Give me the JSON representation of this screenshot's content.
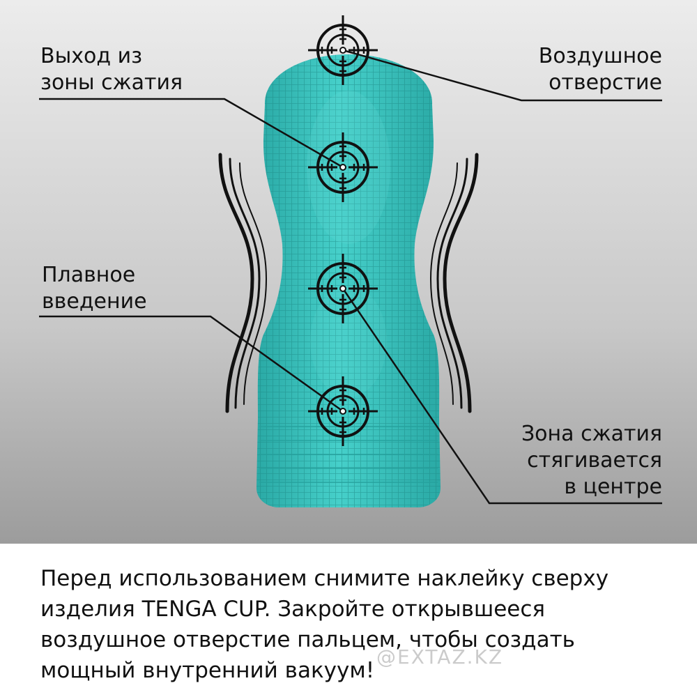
{
  "labels": {
    "exit_zone": [
      "Выход из",
      "зоны сжатия"
    ],
    "air_hole": [
      "Воздушное",
      "отверстие"
    ],
    "smooth_entry": [
      "Плавное",
      "введение"
    ],
    "compression_zone": [
      "Зона сжатия",
      "стягивается",
      "в центре"
    ]
  },
  "caption": [
    "Перед использованием снимите наклейку сверху",
    "изделия TENGA CUP. Закройте открывшееся",
    "воздушное отверстие пальцем, чтобы создать",
    "мощный внутренний вакуум!"
  ],
  "watermark": "@EXTAZ.KZ",
  "colors": {
    "background_top": "#e6e6e6",
    "background_bottom": "#9a9a9a",
    "cup": "#37c2bd",
    "cup_dark": "#1f8f8c",
    "lines": "#111111",
    "text": "#111111"
  },
  "icons": [
    "crosshair-icon",
    "pressure-lines-icon"
  ]
}
